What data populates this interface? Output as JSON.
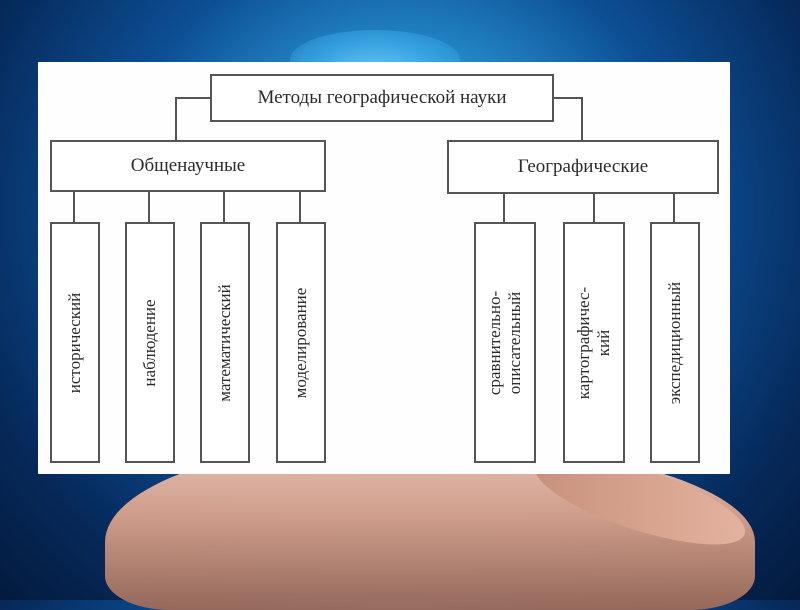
{
  "diagram": {
    "title": "Методы географической науки",
    "branches": [
      {
        "label": "Общенаучные",
        "methods": [
          {
            "lines": [
              "исторический"
            ]
          },
          {
            "lines": [
              "наблюдение"
            ]
          },
          {
            "lines": [
              "математический"
            ]
          },
          {
            "lines": [
              "моделирование"
            ]
          }
        ]
      },
      {
        "label": "Географические",
        "methods": [
          {
            "lines": [
              "сравнительно-",
              "описательный"
            ]
          },
          {
            "lines": [
              "картографичес-",
              "кий"
            ]
          },
          {
            "lines": [
              "экспедиционный"
            ]
          }
        ]
      }
    ]
  }
}
